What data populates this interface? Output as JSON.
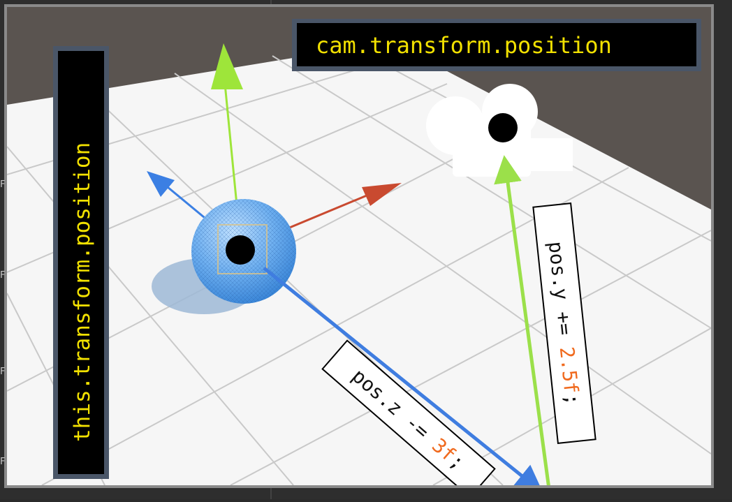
{
  "labels": {
    "this_position": "this.transform.position",
    "cam_position": "cam.transform.position"
  },
  "code": {
    "z_prefix": "pos.z -= ",
    "z_value": "3f",
    "z_suffix": ";",
    "y_prefix": "pos.y += ",
    "y_value": "2.5f",
    "y_suffix": ";"
  },
  "editor_side_letters": [
    "F",
    "F",
    "F",
    "F"
  ],
  "colors": {
    "z_arrow": "#3f7de0",
    "y_arrow": "#9be04a",
    "label_bg": "#000000",
    "label_text": "#f2e100",
    "code_number": "#f06a1e",
    "gizmo_x": "#c94a30",
    "gizmo_y": "#9ee53a",
    "gizmo_z": "#3b7fe3"
  }
}
